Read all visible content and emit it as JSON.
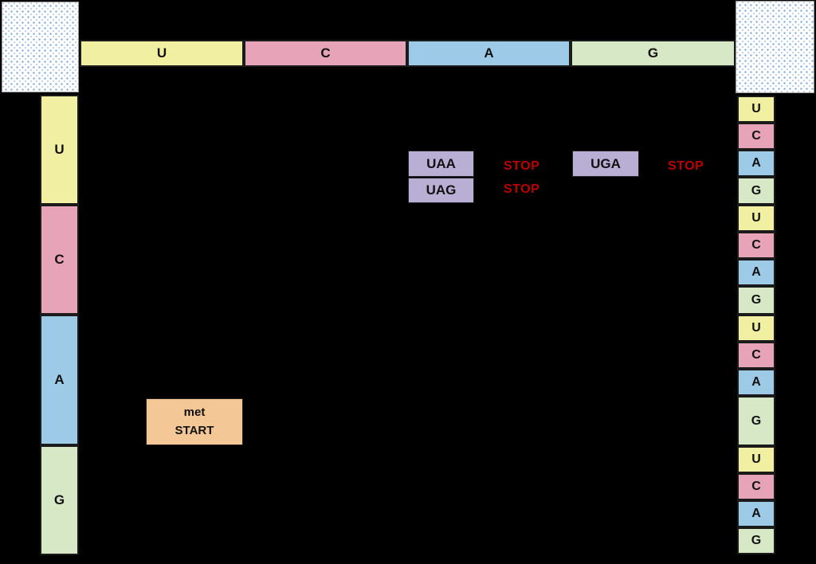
{
  "top_axis": [
    "U",
    "C",
    "A",
    "G"
  ],
  "left_axis": [
    "U",
    "C",
    "A",
    "G"
  ],
  "right_axis": [
    "U",
    "C",
    "A",
    "G",
    "U",
    "C",
    "A",
    "G",
    "U",
    "C",
    "A",
    "G",
    "U",
    "C",
    "A",
    "G"
  ],
  "codons": {
    "uaa": "UAA",
    "uag": "UAG",
    "uga": "UGA",
    "stop_label": "STOP",
    "start_line1": "met",
    "start_line2": "START"
  },
  "colors": {
    "background": "#000000",
    "base_u": "#F1EFA2",
    "base_c": "#E7A3B7",
    "base_a": "#9DCAE6",
    "base_g": "#D7E8C7",
    "stop_codon_box": "#B9AED4",
    "start_codon_box": "#F4C796",
    "stop_text": "#C00000",
    "corner_dot": "#6E9FD6"
  }
}
